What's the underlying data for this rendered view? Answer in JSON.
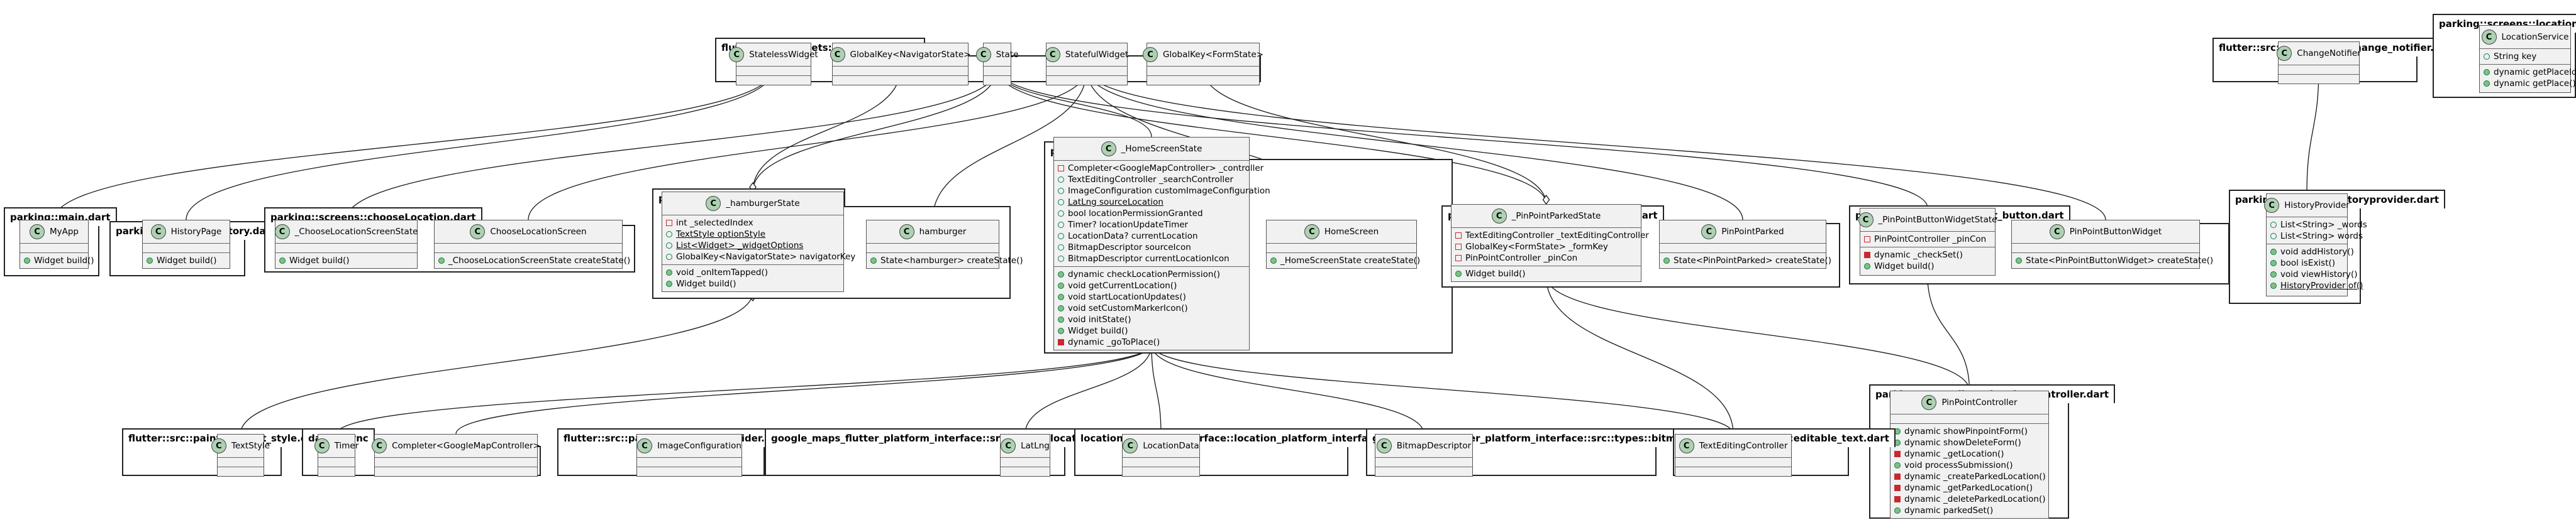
{
  "packages": [
    {
      "id": "fw",
      "name": "flutter::src::widgets::framework.dart",
      "classes": [
        {
          "id": "StatelessWidget",
          "name": "StatelessWidget",
          "fields": [],
          "methods": []
        },
        {
          "id": "GKNav",
          "name": "GlobalKey<NavigatorState>",
          "fields": [],
          "methods": []
        },
        {
          "id": "State",
          "name": "State",
          "fields": [],
          "methods": []
        },
        {
          "id": "StatefulWidget",
          "name": "StatefulWidget",
          "fields": [],
          "methods": []
        },
        {
          "id": "GKForm",
          "name": "GlobalKey<FormState>",
          "fields": [],
          "methods": []
        }
      ]
    },
    {
      "id": "cn",
      "name": "flutter::src::foundation::change_notifier.dart",
      "classes": [
        {
          "id": "ChangeNotifier",
          "name": "ChangeNotifier",
          "fields": [],
          "methods": []
        }
      ]
    },
    {
      "id": "ls",
      "name": "parking::screens::locationService",
      "classes": [
        {
          "id": "LocationService",
          "name": "LocationService",
          "fields": [
            {
              "v": "pub",
              "t": "String key"
            }
          ],
          "methods": [
            {
              "v": "pub",
              "t": "dynamic getPlaceId()"
            },
            {
              "v": "pub",
              "t": "dynamic getPlace()"
            }
          ]
        }
      ]
    },
    {
      "id": "main",
      "name": "parking::main.dart",
      "classes": [
        {
          "id": "MyApp",
          "name": "MyApp",
          "fields": [],
          "methods": [
            {
              "v": "pub",
              "t": "Widget build()"
            }
          ]
        }
      ]
    },
    {
      "id": "hist",
      "name": "parking::screens::history.dart",
      "classes": [
        {
          "id": "HistoryPage",
          "name": "HistoryPage",
          "fields": [],
          "methods": [
            {
              "v": "pub",
              "t": "Widget build()"
            }
          ]
        }
      ]
    },
    {
      "id": "choose",
      "name": "parking::screens::chooseLocation.dart",
      "classes": [
        {
          "id": "CLSState",
          "name": "_ChooseLocationScreenState",
          "fields": [],
          "methods": [
            {
              "v": "pub",
              "t": "Widget build()"
            }
          ]
        },
        {
          "id": "CLS",
          "name": "ChooseLocationScreen",
          "fields": [],
          "methods": [
            {
              "v": "pub",
              "t": "_ChooseLocationScreenState createState()"
            }
          ]
        }
      ]
    },
    {
      "id": "hamb",
      "name": "parking::screens::hamburger.dart",
      "classes": [
        {
          "id": "HambState",
          "name": "_hamburgerState",
          "fields": [
            {
              "v": "priv",
              "t": "int _selectedIndex"
            },
            {
              "v": "pub",
              "t": "TextStyle optionStyle",
              "u": true
            },
            {
              "v": "pub",
              "t": "List<Widget> _widgetOptions",
              "u": true
            },
            {
              "v": "pub",
              "t": "GlobalKey<NavigatorState> navigatorKey"
            }
          ],
          "methods": [
            {
              "v": "pub",
              "t": "void _onItemTapped()"
            },
            {
              "v": "pub",
              "t": "Widget build()"
            }
          ]
        },
        {
          "id": "Hamb",
          "name": "hamburger",
          "fields": [],
          "methods": [
            {
              "v": "pub",
              "t": "State<hamburger> createState()"
            }
          ]
        }
      ]
    },
    {
      "id": "home",
      "name": "parking::screens::home.dart",
      "classes": [
        {
          "id": "HomeState",
          "name": "_HomeScreenState",
          "fields": [
            {
              "v": "priv",
              "t": "Completer<GoogleMapController> _controller"
            },
            {
              "v": "pub",
              "t": "TextEditingController _searchController"
            },
            {
              "v": "pub",
              "t": "ImageConfiguration customImageConfiguration"
            },
            {
              "v": "pub",
              "t": "LatLng sourceLocation",
              "u": true
            },
            {
              "v": "pub",
              "t": "bool locationPermissionGranted"
            },
            {
              "v": "pub",
              "t": "Timer? locationUpdateTimer"
            },
            {
              "v": "pub",
              "t": "LocationData? currentLocation"
            },
            {
              "v": "pub",
              "t": "BitmapDescriptor sourceIcon"
            },
            {
              "v": "pub",
              "t": "BitmapDescriptor currentLocationIcon"
            }
          ],
          "methods": [
            {
              "v": "pub",
              "t": "dynamic checkLocationPermission()"
            },
            {
              "v": "pub",
              "t": "void getCurrentLocation()"
            },
            {
              "v": "pub",
              "t": "void startLocationUpdates()"
            },
            {
              "v": "pub",
              "t": "void setCustomMarkerIcon()"
            },
            {
              "v": "pub",
              "t": "void initState()"
            },
            {
              "v": "pub",
              "t": "Widget build()"
            },
            {
              "v": "priv",
              "t": "dynamic _goToPlace()"
            }
          ]
        },
        {
          "id": "Home",
          "name": "HomeScreen",
          "fields": [],
          "methods": [
            {
              "v": "pub",
              "t": "_HomeScreenState createState()"
            }
          ]
        }
      ]
    },
    {
      "id": "ppp",
      "name": "parking::widgets::pinpoint_parked.dart",
      "classes": [
        {
          "id": "PPPState",
          "name": "_PinPointParkedState",
          "fields": [
            {
              "v": "priv",
              "t": "TextEditingController _textEditingController"
            },
            {
              "v": "priv",
              "t": "GlobalKey<FormState> _formKey"
            },
            {
              "v": "priv",
              "t": "PinPointController _pinCon"
            }
          ],
          "methods": [
            {
              "v": "pub",
              "t": "Widget build()"
            }
          ]
        },
        {
          "id": "PPP",
          "name": "PinPointParked",
          "fields": [],
          "methods": [
            {
              "v": "pub",
              "t": "State<PinPointParked> createState()"
            }
          ]
        }
      ]
    },
    {
      "id": "ppb",
      "name": "parking::widgets::pinpoint_button.dart",
      "classes": [
        {
          "id": "PPBState",
          "name": "_PinPointButtonWidgetState",
          "fields": [
            {
              "v": "priv",
              "t": "PinPointController _pinCon"
            }
          ],
          "methods": [
            {
              "v": "priv",
              "t": "dynamic _checkSet()"
            },
            {
              "v": "pub",
              "t": "Widget build()"
            }
          ]
        },
        {
          "id": "PPB",
          "name": "PinPointButtonWidget",
          "fields": [],
          "methods": [
            {
              "v": "pub",
              "t": "State<PinPointButtonWidget> createState()"
            }
          ]
        }
      ]
    },
    {
      "id": "hp",
      "name": "parking::screens::historyprovider.dart",
      "classes": [
        {
          "id": "HistoryProvider",
          "name": "HistoryProvider",
          "fields": [
            {
              "v": "pub",
              "t": "List<String> _words"
            },
            {
              "v": "pub",
              "t": "List<String> words"
            }
          ],
          "methods": [
            {
              "v": "pub",
              "t": "void addHistory()"
            },
            {
              "v": "pub",
              "t": "bool isExist()"
            },
            {
              "v": "pub",
              "t": "void viewHistory()"
            },
            {
              "v": "pub",
              "t": "HistoryProvider of()",
              "u": true
            }
          ]
        }
      ]
    },
    {
      "id": "pc",
      "name": "parking::controller::pinpoint_controller.dart",
      "classes": [
        {
          "id": "PinPointController",
          "name": "PinPointController",
          "fields": [],
          "methods": [
            {
              "v": "pub",
              "t": "dynamic showPinpointForm()"
            },
            {
              "v": "pub",
              "t": "dynamic showDeleteForm()"
            },
            {
              "v": "priv",
              "t": "dynamic _getLocation()"
            },
            {
              "v": "pub",
              "t": "void processSubmission()"
            },
            {
              "v": "priv",
              "t": "dynamic _createParkedLocation()"
            },
            {
              "v": "priv",
              "t": "dynamic _getParkedLocation()"
            },
            {
              "v": "priv",
              "t": "dynamic _deleteParkedLocation()"
            },
            {
              "v": "pub",
              "t": "dynamic parkedSet()"
            }
          ]
        }
      ]
    },
    {
      "id": "ts",
      "name": "flutter::src::painting::text_style.dart",
      "classes": [
        {
          "id": "TextStyle",
          "name": "TextStyle",
          "fields": [],
          "methods": []
        }
      ]
    },
    {
      "id": "async",
      "name": "dart::async",
      "classes": [
        {
          "id": "Timer",
          "name": "Timer",
          "fields": [],
          "methods": []
        },
        {
          "id": "Completer",
          "name": "Completer<GoogleMapController>",
          "fields": [],
          "methods": []
        }
      ]
    },
    {
      "id": "ip",
      "name": "flutter::src::painting::image_provider.dart",
      "classes": [
        {
          "id": "ImageConfiguration",
          "name": "ImageConfiguration",
          "fields": [],
          "methods": []
        }
      ]
    },
    {
      "id": "gloc",
      "name": "google_maps_flutter_platform_interface::src::types::location.dart",
      "classes": [
        {
          "id": "LatLng",
          "name": "LatLng",
          "fields": [],
          "methods": []
        }
      ]
    },
    {
      "id": "lpi",
      "name": "location_platform_interface::location_platform_interface.dart",
      "classes": [
        {
          "id": "LocationData",
          "name": "LocationData",
          "fields": [],
          "methods": []
        }
      ]
    },
    {
      "id": "gbmp",
      "name": "google_maps_flutter_platform_interface::src::types::bitmap.dart",
      "classes": [
        {
          "id": "BitmapDescriptor",
          "name": "BitmapDescriptor",
          "fields": [],
          "methods": []
        }
      ]
    },
    {
      "id": "et",
      "name": "flutter::src::widgets::editable_text.dart",
      "classes": [
        {
          "id": "TextEditingController",
          "name": "TextEditingController",
          "fields": [],
          "methods": []
        }
      ]
    }
  ],
  "relations": [
    {
      "from": "MyApp",
      "to": "StatelessWidget",
      "kind": "extends"
    },
    {
      "from": "HistoryPage",
      "to": "StatelessWidget",
      "kind": "extends"
    },
    {
      "from": "CLSState",
      "to": "State",
      "kind": "extends"
    },
    {
      "from": "CLS",
      "to": "StatefulWidget",
      "kind": "extends"
    },
    {
      "from": "HambState",
      "to": "State",
      "kind": "extends"
    },
    {
      "from": "HambState",
      "to": "GKNav",
      "kind": "aggregation"
    },
    {
      "from": "Hamb",
      "to": "StatefulWidget",
      "kind": "extends"
    },
    {
      "from": "HomeState",
      "to": "State",
      "kind": "extends"
    },
    {
      "from": "Home",
      "to": "StatefulWidget",
      "kind": "extends"
    },
    {
      "from": "PPPState",
      "to": "State",
      "kind": "extends"
    },
    {
      "from": "PPPState",
      "to": "GKForm",
      "kind": "aggregation"
    },
    {
      "from": "PPP",
      "to": "StatefulWidget",
      "kind": "extends"
    },
    {
      "from": "PPBState",
      "to": "State",
      "kind": "extends"
    },
    {
      "from": "PPB",
      "to": "StatefulWidget",
      "kind": "extends"
    },
    {
      "from": "HistoryProvider",
      "to": "ChangeNotifier",
      "kind": "extends"
    },
    {
      "from": "HambState",
      "to": "TextStyle",
      "kind": "aggregation"
    },
    {
      "from": "HomeState",
      "to": "Timer",
      "kind": "aggregation"
    },
    {
      "from": "HomeState",
      "to": "Completer",
      "kind": "aggregation"
    },
    {
      "from": "HomeState",
      "to": "LatLng",
      "kind": "aggregation"
    },
    {
      "from": "HomeState",
      "to": "LocationData",
      "kind": "aggregation"
    },
    {
      "from": "HomeState",
      "to": "BitmapDescriptor",
      "kind": "aggregation"
    },
    {
      "from": "HomeState",
      "to": "TextEditingController",
      "kind": "aggregation"
    },
    {
      "from": "PPPState",
      "to": "TextEditingController",
      "kind": "aggregation"
    },
    {
      "from": "PPPState",
      "to": "PinPointController",
      "kind": "aggregation"
    },
    {
      "from": "PPBState",
      "to": "PinPointController",
      "kind": "aggregation"
    }
  ],
  "colors": {
    "class_fill": "#f1f1f1",
    "class_badge": "#ADD1B2",
    "private": "#C82930",
    "public": "#038048",
    "line": "#181818"
  }
}
